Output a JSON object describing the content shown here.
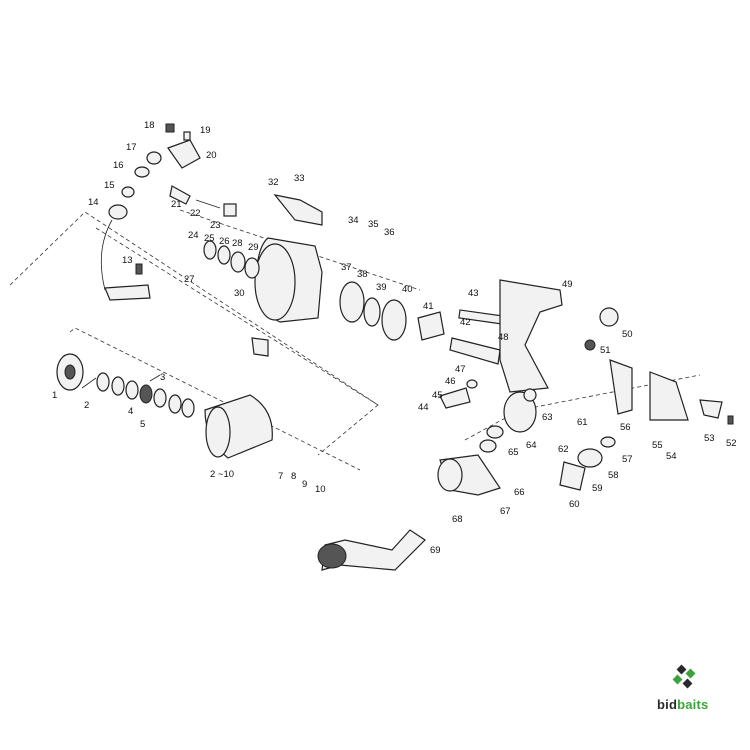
{
  "diagram": {
    "labels": [
      "1",
      "2",
      "3",
      "4",
      "5",
      "2 ~10",
      "7",
      "8",
      "9",
      "10",
      "13",
      "14",
      "15",
      "16",
      "17",
      "18",
      "19",
      "20",
      "21",
      "22",
      "23",
      "24",
      "25",
      "26",
      "27",
      "28",
      "29",
      "30",
      "32",
      "33",
      "34",
      "35",
      "36",
      "37",
      "38",
      "39",
      "40",
      "41",
      "42",
      "43",
      "48",
      "49",
      "50",
      "51",
      "45",
      "46",
      "47",
      "44",
      "52",
      "53",
      "54",
      "55",
      "56",
      "57",
      "58",
      "59",
      "60",
      "61",
      "62",
      "63",
      "64",
      "65",
      "66",
      "67",
      "68",
      "69"
    ]
  },
  "brand": {
    "logo_text_main": "bid",
    "logo_text_accent": "baits",
    "accent_color": "#3aa43a"
  }
}
